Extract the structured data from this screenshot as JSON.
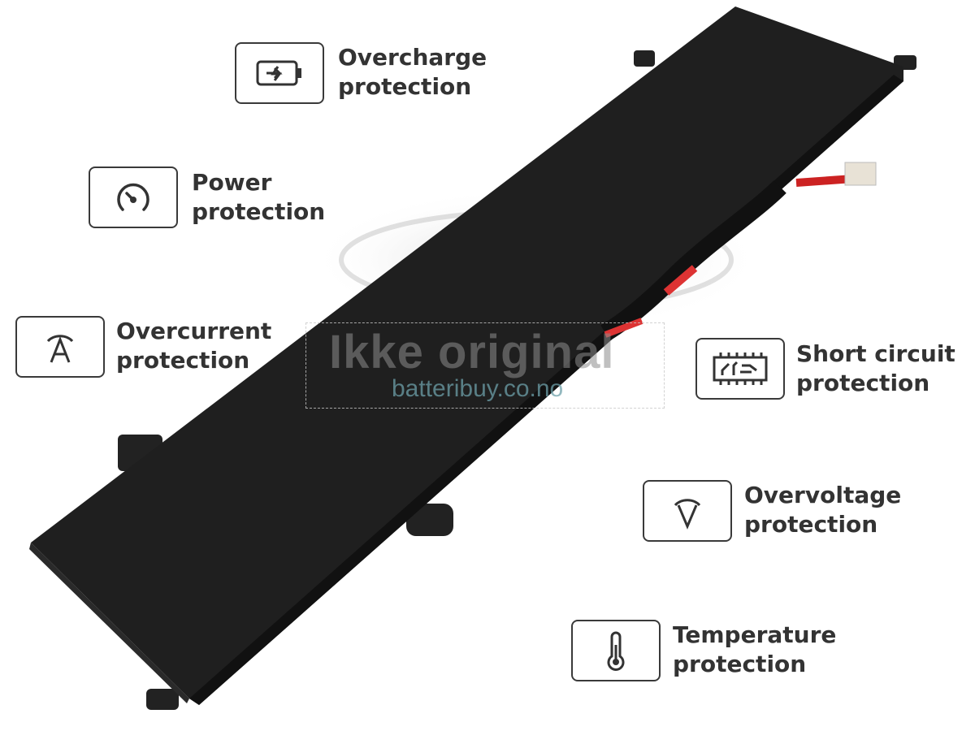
{
  "watermark": {
    "title": "Ikke original",
    "site": "batteribuy.co.no"
  },
  "features": [
    {
      "icon": "battery-charge-icon",
      "line1": "Overcharge",
      "line2": "protection"
    },
    {
      "icon": "gauge-icon",
      "line1": "Power",
      "line2": "protection"
    },
    {
      "icon": "current-a-icon",
      "line1": "Overcurrent",
      "line2": "protection"
    },
    {
      "icon": "circuit-chip-icon",
      "line1": "Short circuit",
      "line2": "protection"
    },
    {
      "icon": "voltage-v-icon",
      "line1": "Overvoltage",
      "line2": "protection"
    },
    {
      "icon": "thermometer-icon",
      "line1": "Temperature",
      "line2": "protection"
    }
  ],
  "colors": {
    "battery": "#1f1f1f",
    "outline": "#3a3a3a"
  }
}
